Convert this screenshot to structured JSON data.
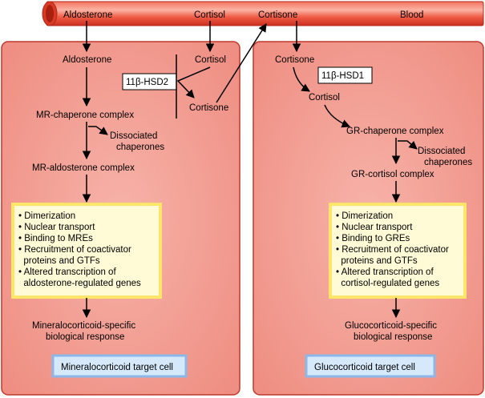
{
  "blood_vessel": {
    "label_aldosterone": "Aldosterone",
    "label_cortisol": "Cortisol",
    "label_cortisone": "Cortisone",
    "label_blood": "Blood"
  },
  "left_cell": {
    "aldosterone": "Aldosterone",
    "cortisol": "Cortisol",
    "enzyme": "11β-HSD2",
    "cortisone": "Cortisone",
    "mr_chaperone": "MR-chaperone complex",
    "dissociated_line1": "Dissociated",
    "dissociated_line2": "chaperones",
    "mr_aldosterone": "MR-aldosterone complex",
    "steps": [
      "• Dimerization",
      "• Nuclear transport",
      "• Binding to MREs",
      "• Recruitment of coactivator",
      "  proteins and GTFs",
      "• Altered transcription of",
      "  aldosterone-regulated genes"
    ],
    "response_line1": "Mineralocorticoid-specific",
    "response_line2": "biological response",
    "cell_label": "Mineralocorticoid target cell"
  },
  "right_cell": {
    "cortisone": "Cortisone",
    "enzyme": "11β-HSD1",
    "cortisol": "Cortisol",
    "gr_chaperone": "GR-chaperone complex",
    "dissociated_line1": "Dissociated",
    "dissociated_line2": "chaperones",
    "gr_cortisol": "GR-cortisol complex",
    "steps": [
      "• Dimerization",
      "• Nuclear transport",
      "• Binding to GREs",
      "• Recruitment of coactivator",
      "  proteins and GTFs",
      "• Altered transcription of",
      "  cortisol-regulated genes"
    ],
    "response_line1": "Glucocorticoid-specific",
    "response_line2": "biological response",
    "cell_label": "Glucocorticoid target cell"
  },
  "colors": {
    "cell_fill": "#f4a097",
    "cell_border": "#c0392b",
    "vessel": "#e8442f",
    "yellow_box": "#fffbd6",
    "yellow_border": "#ffe66b",
    "blue_label": "#d6e9fb",
    "blue_border": "#8bb8e8"
  }
}
